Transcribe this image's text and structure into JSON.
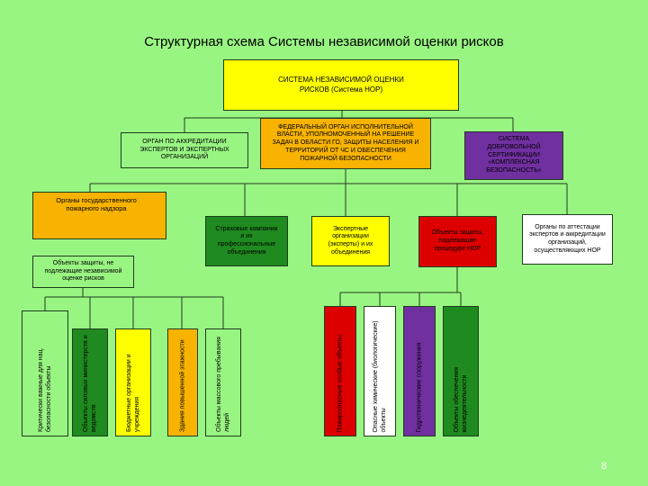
{
  "title": "Структурная схема Системы независимой оценки рисков",
  "nodes": {
    "sistema": "СИСТЕМА НЕЗАВИСИМОЙ ОЦЕНКИ РИСКОВ (Система НОР)",
    "accreditation": "ОРГАН ПО АККРЕДИТАЦИИ ЭКСПЕРТОВ И ЭКСПЕРТНЫХ ОРГАНИЗАЦИЙ",
    "federal": "ФЕДЕРАЛЬНЫЙ ОРГАН ИСПОЛНИТЕЛЬНОЙ ВЛАСТИ, УПОЛНОМОЧЕННЫЙ НА РЕШЕНИЕ ЗАДАЧ В ОБЛАСТИ ГО, ЗАЩИТЫ НАСЕЛЕНИЯ И ТЕРРИТОРИЙ ОТ ЧС И ОБЕСПЕЧЕНИЯ ПОЖАРНОЙ БЕЗОПАСНОСТИ",
    "certification": "СИСТЕМА ДОБРОВОЛЬНОЙ СЕРТИФИКАЦИИ «КОМПЛЕКСНАЯ БЕЗОПАСНОСТЬ»",
    "supervision": "Органы государственного пожарного надзора",
    "insurance": "Страховые компании и их профессиональные объединения",
    "expert_orgs": "Экспертные организации (эксперты) и их объединения",
    "subject_objects": "Объекты защиты, подлежащие процедуре НОР",
    "attestation": "Органы по аттестации экспертов и аккредитации организаций, осуществляющих НОР",
    "not_subject": "Объекты защиты, не подлежащие независимой оценке рисков"
  },
  "left_items": [
    "Критически важные для нац. безопасности объекты",
    "Объекты силовых министерств и ведомств",
    "Бюджетные организации и учреждения",
    "Здания повышенной этажности",
    "Объекты массового пребывания людей"
  ],
  "right_items": [
    "Пожароопасные особые объекты",
    "Опасные химические (биологические) объекты",
    "Гидротехнические сооружения",
    "Объекты обеспечения жизнедеятельности"
  ],
  "page_number": "8"
}
